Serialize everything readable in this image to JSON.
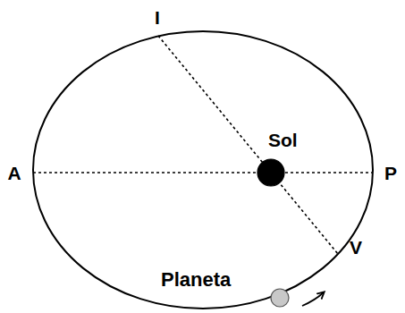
{
  "diagram": {
    "nodes": [
      {
        "text": [
          "Sol"
        ]
      },
      {
        "text": [
          "Planeta"
        ]
      }
    ],
    "labels": [
      "I",
      "A",
      "P",
      "V"
    ]
  }
}
